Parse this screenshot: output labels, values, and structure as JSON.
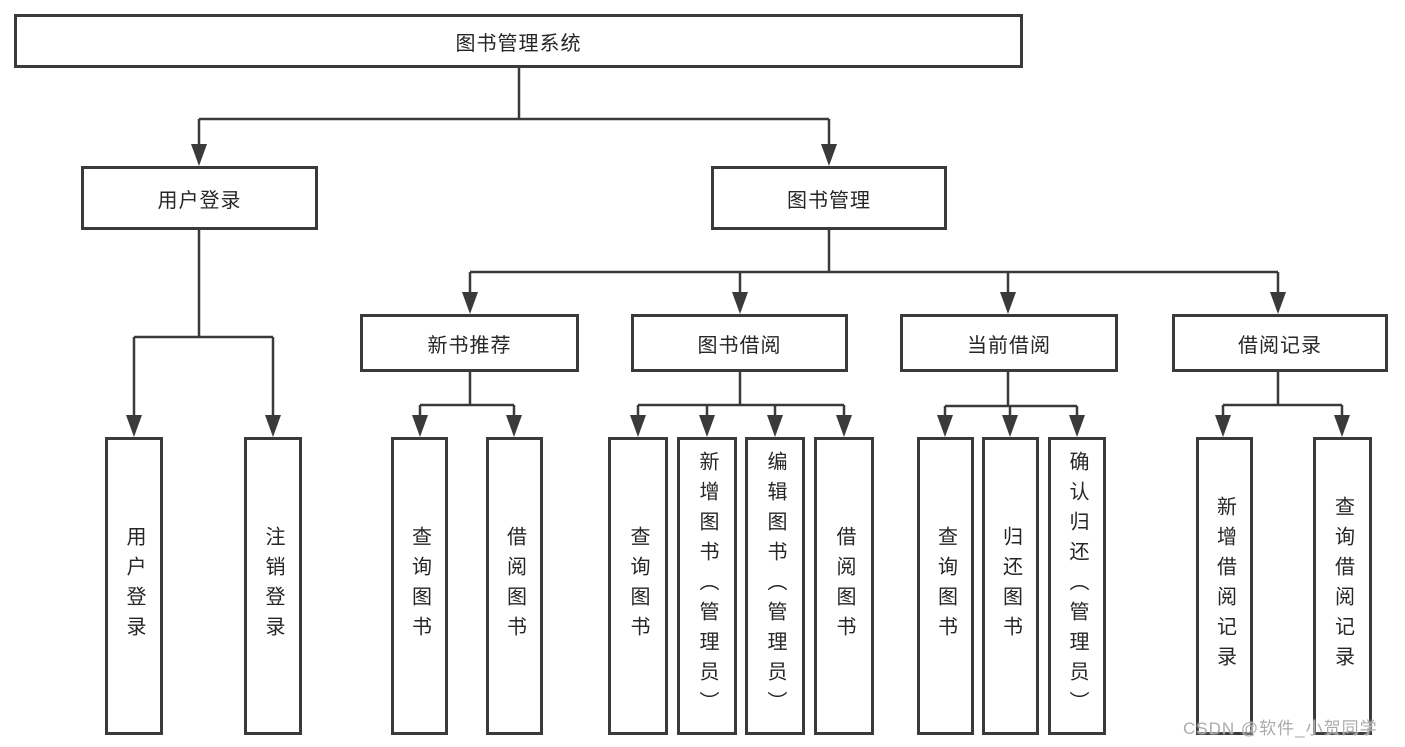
{
  "diagram": {
    "root": {
      "label": "图书管理系统"
    },
    "level2": [
      {
        "label": "用户登录"
      },
      {
        "label": "图书管理"
      }
    ],
    "level3": [
      {
        "label": "新书推荐"
      },
      {
        "label": "图书借阅"
      },
      {
        "label": "当前借阅"
      },
      {
        "label": "借阅记录"
      }
    ],
    "leaves": {
      "user_login": [
        {
          "label": "用户登录"
        },
        {
          "label": "注销登录"
        }
      ],
      "new_book_recommend": [
        {
          "label": "查询图书"
        },
        {
          "label": "借阅图书"
        }
      ],
      "book_borrow": [
        {
          "label": "查询图书"
        },
        {
          "label": "新增图书（管理员）"
        },
        {
          "label": "编辑图书（管理员）"
        },
        {
          "label": "借阅图书"
        }
      ],
      "current_borrow": [
        {
          "label": "查询图书"
        },
        {
          "label": "归还图书"
        },
        {
          "label": "确认归还（管理员）"
        }
      ],
      "borrow_record": [
        {
          "label": "新增借阅记录"
        },
        {
          "label": "查询借阅记录"
        }
      ]
    }
  },
  "watermark": {
    "text": "CSDN @软件_小贺同学"
  },
  "colors": {
    "line": "#3a3a3a",
    "box_border": "#3a3a3a",
    "text": "#262626",
    "watermark": "#ababab",
    "background": "#ffffff"
  }
}
